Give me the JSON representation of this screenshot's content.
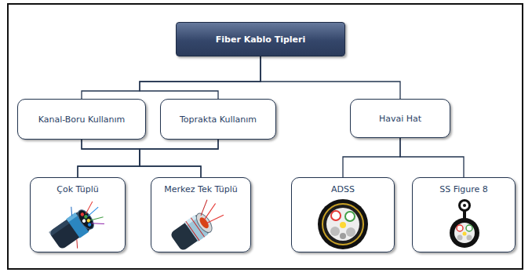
{
  "diagram": {
    "nodes": [
      {
        "text": [
          "Fiber Kablo Tipleri"
        ]
      },
      {
        "text": [
          "Kanal-Boru Kullanım"
        ]
      },
      {
        "text": [
          "Toprakta Kullanım"
        ]
      },
      {
        "text": [
          "Havai Hat"
        ]
      },
      {
        "text": [
          "Çok Tüplü"
        ]
      },
      {
        "text": [
          "Merkez Tek Tüplü"
        ]
      },
      {
        "text": [
          "ADSS"
        ]
      },
      {
        "text": [
          "SS Figure 8"
        ]
      }
    ],
    "edges": [
      {
        "from": 0,
        "to": 1,
        "arrow": "none"
      },
      {
        "from": 0,
        "to": 2,
        "arrow": "none"
      },
      {
        "from": 0,
        "to": 3,
        "arrow": "none"
      },
      {
        "from": 1,
        "to": 4,
        "arrow": "none"
      },
      {
        "from": 1,
        "to": 5,
        "arrow": "none"
      },
      {
        "from": 2,
        "to": 4,
        "arrow": "none"
      },
      {
        "from": 2,
        "to": 5,
        "arrow": "none"
      },
      {
        "from": 3,
        "to": 6,
        "arrow": "none"
      },
      {
        "from": 3,
        "to": 7,
        "arrow": "none"
      }
    ]
  }
}
